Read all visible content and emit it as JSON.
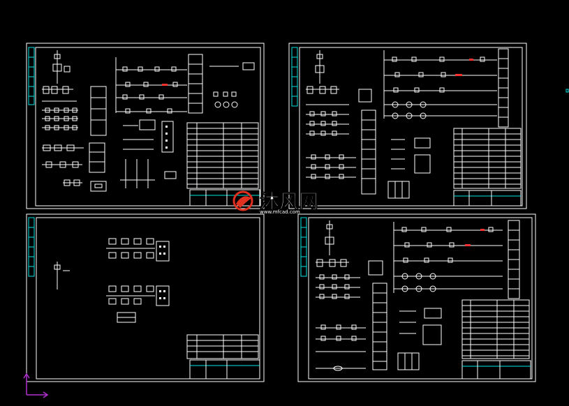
{
  "watermark": {
    "title": "沐风网",
    "url": "www.mfcad.com",
    "logo_color": "#e03020",
    "text_color": "#ffffff"
  },
  "colors": {
    "background": "#000000",
    "line": "#ffffff",
    "border_strip": "#00e5e5",
    "highlight": "#ff3030",
    "ucs": "#b030d0"
  },
  "sheets": [
    {
      "id": "sheet-top-left",
      "type": "electrical-schematic"
    },
    {
      "id": "sheet-top-right",
      "type": "electrical-schematic"
    },
    {
      "id": "sheet-bottom-left",
      "type": "electrical-schematic"
    },
    {
      "id": "sheet-bottom-right",
      "type": "electrical-schematic"
    }
  ],
  "ucs_icon": "ucs-axis-icon"
}
